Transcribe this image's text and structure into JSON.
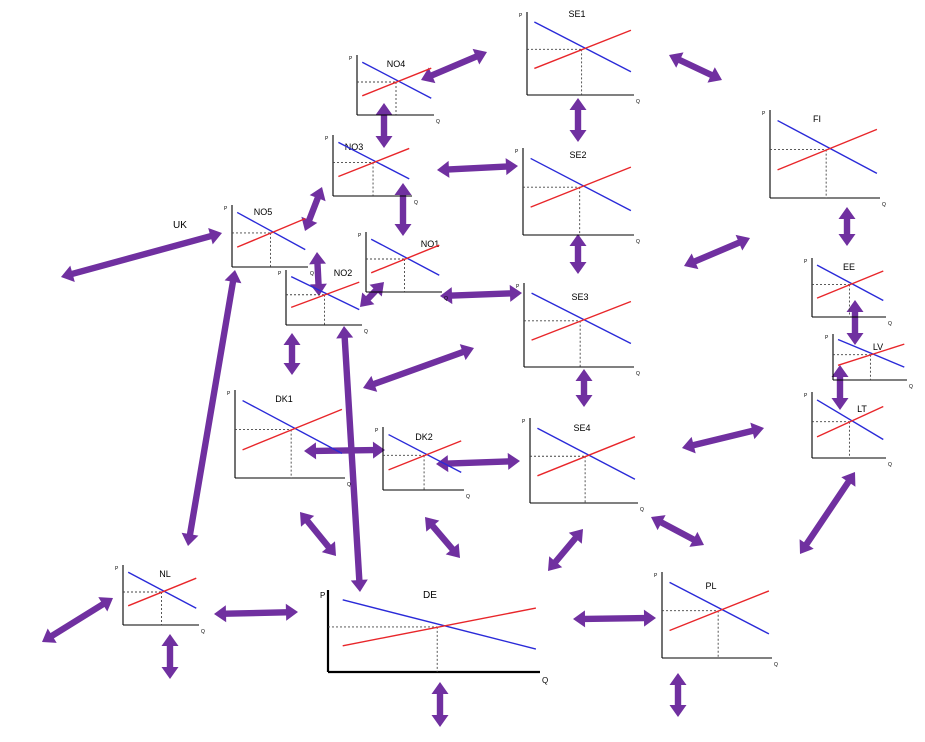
{
  "colors": {
    "arrow": "#7030a0",
    "supply": "#e8262a",
    "demand": "#2a2ad8",
    "axis": "#000000",
    "guide": "#444444"
  },
  "axis_letters": {
    "price": "P",
    "quantity": "Q"
  },
  "markets": [
    {
      "id": "SE1",
      "label": "SE1"
    },
    {
      "id": "NO4",
      "label": "NO4"
    },
    {
      "id": "SE2",
      "label": "SE2"
    },
    {
      "id": "FI",
      "label": "FI"
    },
    {
      "id": "NO3",
      "label": "NO3"
    },
    {
      "id": "UK",
      "label": "UK"
    },
    {
      "id": "NO5",
      "label": "NO5"
    },
    {
      "id": "NO1",
      "label": "NO1"
    },
    {
      "id": "NO2",
      "label": "NO2"
    },
    {
      "id": "SE3",
      "label": "SE3"
    },
    {
      "id": "EE",
      "label": "EE"
    },
    {
      "id": "LV",
      "label": "LV"
    },
    {
      "id": "LT",
      "label": "LT"
    },
    {
      "id": "DK1",
      "label": "DK1"
    },
    {
      "id": "DK2",
      "label": "DK2"
    },
    {
      "id": "SE4",
      "label": "SE4"
    },
    {
      "id": "NL",
      "label": "NL"
    },
    {
      "id": "DE",
      "label": "DE"
    },
    {
      "id": "PL",
      "label": "PL"
    }
  ],
  "connections": [
    {
      "id": "no4-se1"
    },
    {
      "id": "se1-fi"
    },
    {
      "id": "se1-se2"
    },
    {
      "id": "no4-no3"
    },
    {
      "id": "no3-se2"
    },
    {
      "id": "no3-no5"
    },
    {
      "id": "no3-no1"
    },
    {
      "id": "uk-no5"
    },
    {
      "id": "no5-no2"
    },
    {
      "id": "no2-no1"
    },
    {
      "id": "se2-se3"
    },
    {
      "id": "se3-fi"
    },
    {
      "id": "fi-ee"
    },
    {
      "id": "ee-lv"
    },
    {
      "id": "lv-lt"
    },
    {
      "id": "no1-se3"
    },
    {
      "id": "no2-dk1"
    },
    {
      "id": "se3-dk1"
    },
    {
      "id": "se3-se4"
    },
    {
      "id": "se4-lt"
    },
    {
      "id": "dk1-dk2"
    },
    {
      "id": "dk2-se4"
    },
    {
      "id": "no5-nl"
    },
    {
      "id": "no2-de"
    },
    {
      "id": "dk1-de"
    },
    {
      "id": "dk2-de"
    },
    {
      "id": "se4-de"
    },
    {
      "id": "se4-pl"
    },
    {
      "id": "lt-pl"
    },
    {
      "id": "nl-de"
    },
    {
      "id": "de-pl"
    },
    {
      "id": "nl-outside"
    },
    {
      "id": "nl-down"
    },
    {
      "id": "de-down"
    },
    {
      "id": "pl-down"
    },
    {
      "id": "uk-outside"
    }
  ]
}
